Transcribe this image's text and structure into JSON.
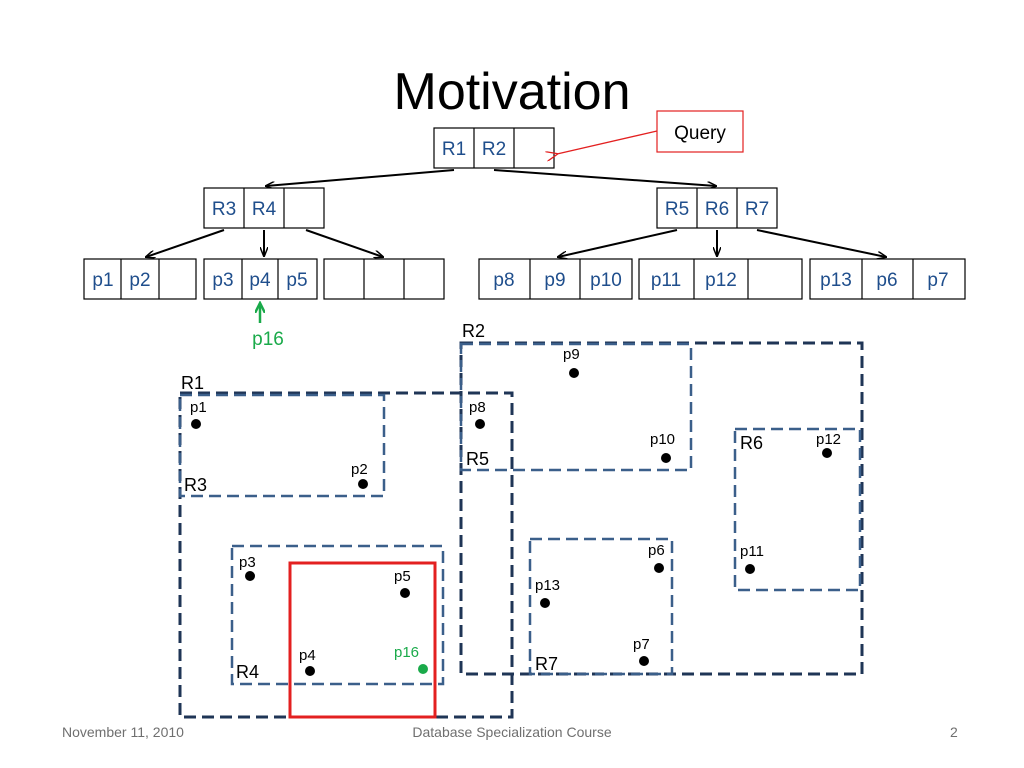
{
  "slide": {
    "title": "Motivation",
    "footer_date": "November 11, 2010",
    "footer_course": "Database Specialization Course",
    "page_number": "2"
  },
  "query_label": "Query",
  "colors": {
    "node_text": "#1f4e8c",
    "dark_dash": "#1f3556",
    "light_dash": "#3b5f8a",
    "query": "#e32020",
    "new_point": "#1aaa4a"
  },
  "tree": {
    "root": [
      "R1",
      "R2",
      ""
    ],
    "level1_left": [
      "R3",
      "R4",
      ""
    ],
    "level1_right": [
      "R5",
      "R6",
      "R7"
    ],
    "leaves": [
      [
        "p1",
        "p2",
        ""
      ],
      [
        "p3",
        "p4",
        "p5"
      ],
      [
        "",
        "",
        ""
      ],
      [
        "p8",
        "p9",
        "p10"
      ],
      [
        "p11",
        "p12",
        ""
      ],
      [
        "p13",
        "p6",
        "p7"
      ]
    ],
    "inserted_label": "p16"
  },
  "map": {
    "regions": [
      "R1",
      "R2",
      "R3",
      "R4",
      "R5",
      "R6",
      "R7"
    ],
    "points": [
      "p1",
      "p2",
      "p3",
      "p4",
      "p5",
      "p6",
      "p7",
      "p8",
      "p9",
      "p10",
      "p11",
      "p12",
      "p13",
      "p16"
    ]
  }
}
